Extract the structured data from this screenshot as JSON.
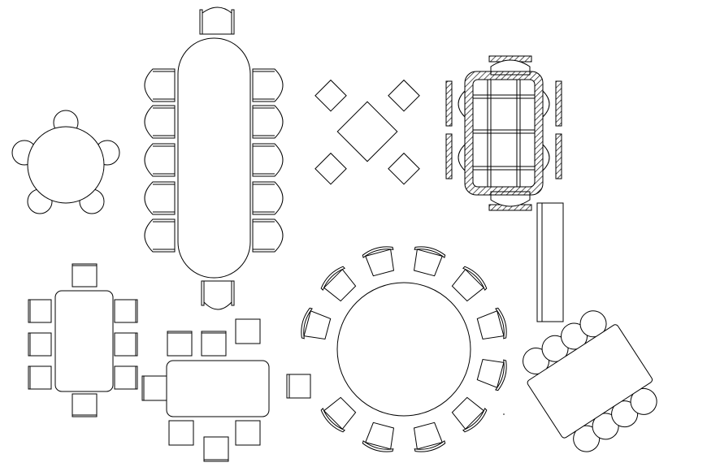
{
  "drawing": {
    "type": "cad-furniture-layouts",
    "line_color": "#000000",
    "background_color": "#ffffff",
    "layouts": [
      {
        "name": "round-table-5-chairs",
        "chairs": 5
      },
      {
        "name": "oval-conference-table-12-chairs",
        "chairs": 12
      },
      {
        "name": "square-table-4-chairs",
        "chairs": 4
      },
      {
        "name": "hatched-rectangular-table",
        "chairs": 6
      },
      {
        "name": "long-bench-table",
        "chairs": 0
      },
      {
        "name": "rectangular-table-8-chairs",
        "chairs": 8
      },
      {
        "name": "rectangular-table-7-chairs",
        "chairs": 7
      },
      {
        "name": "large-round-table-12-chairs",
        "chairs": 12
      },
      {
        "name": "rotated-rectangular-table-8-chairs",
        "chairs": 8
      }
    ]
  }
}
